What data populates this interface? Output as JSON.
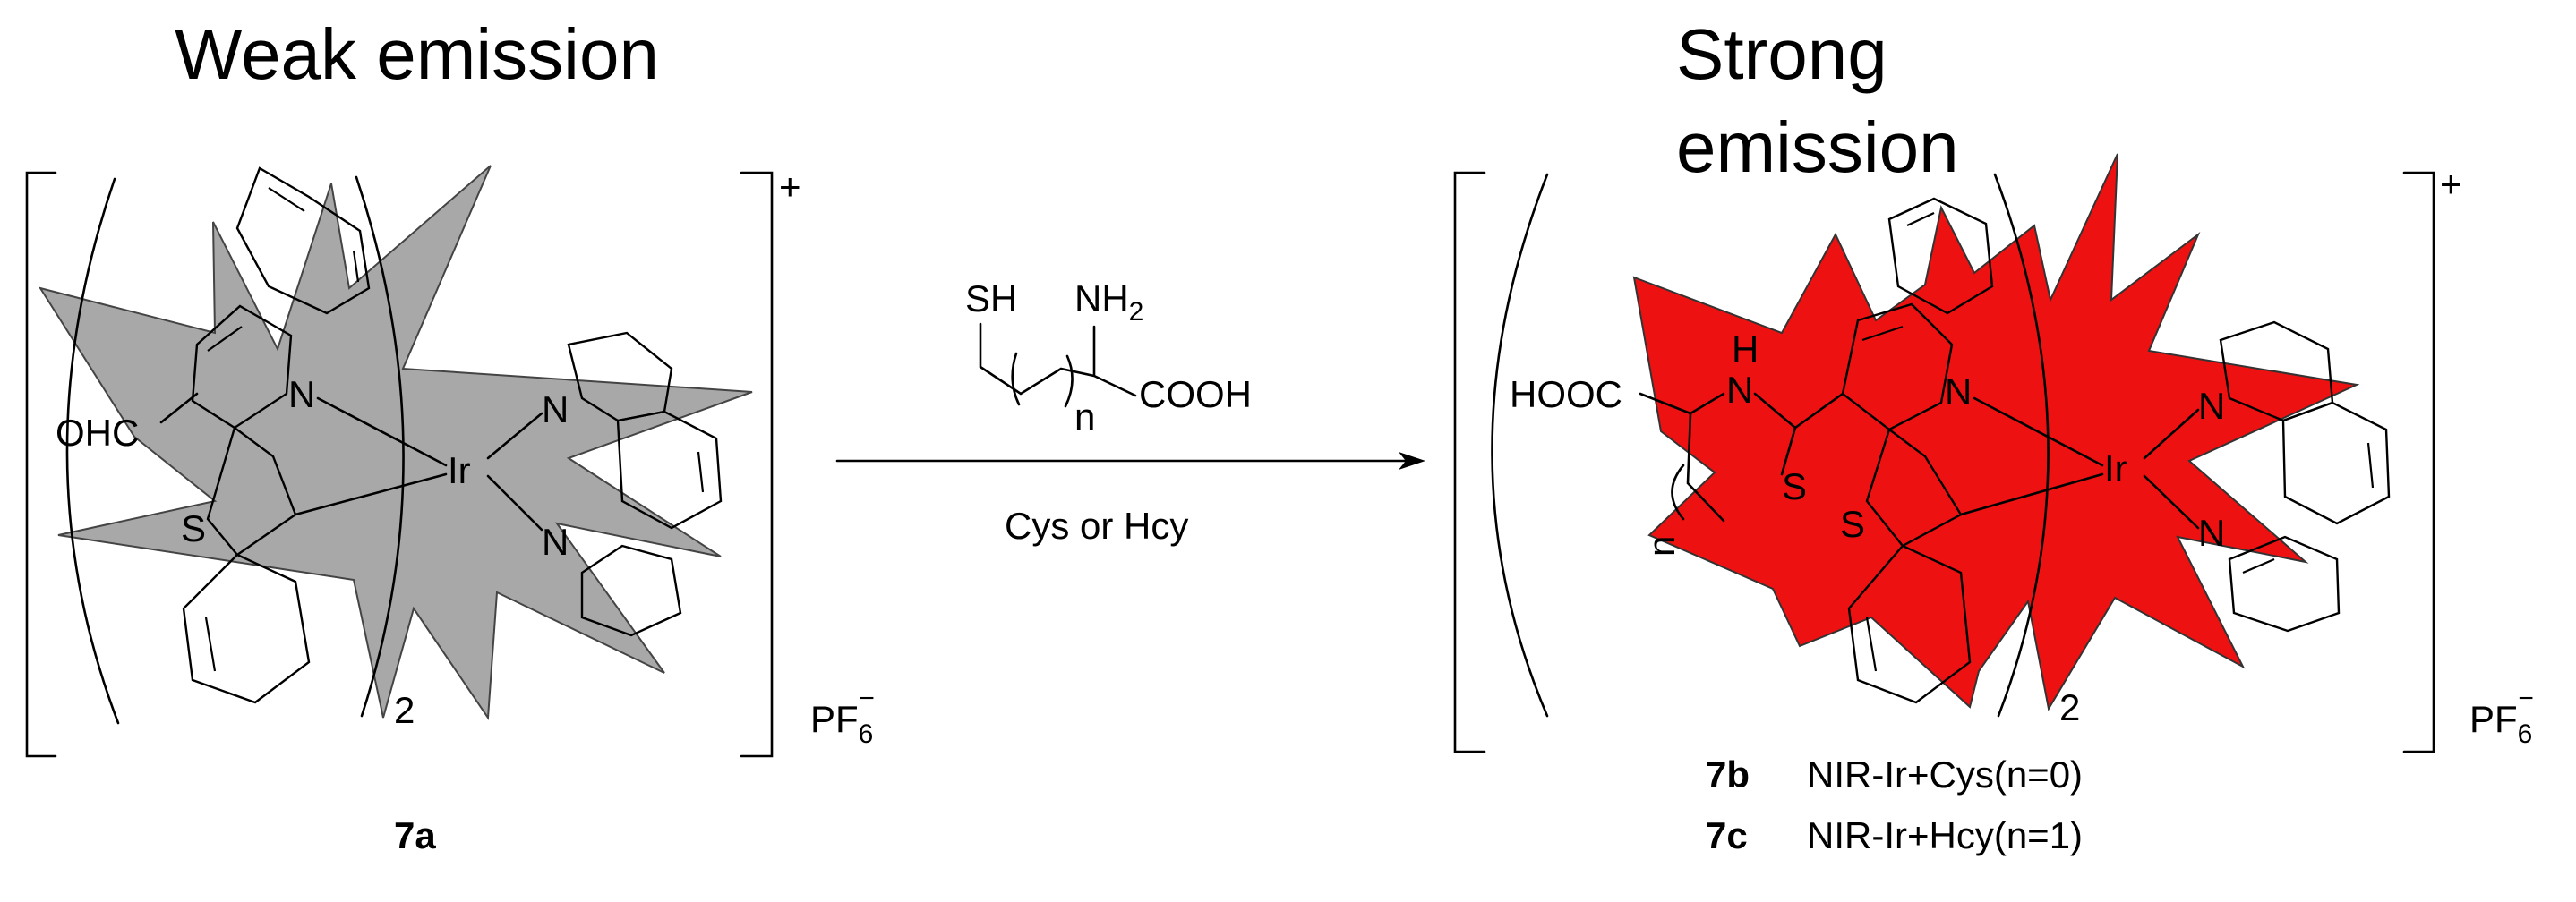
{
  "left": {
    "title": "Weak emission",
    "label": "7a",
    "charge": "+",
    "counterion": "PF",
    "counterion_sub": "6",
    "counterion_sup": "−",
    "multiplier": "2",
    "atoms": {
      "ir": "Ir",
      "n1": "N",
      "n2": "N",
      "n3": "N",
      "s": "S",
      "cho": "OHC"
    },
    "star_color": "#a8a8a8"
  },
  "arrow": {
    "reagent_sh": "SH",
    "reagent_nh2": "NH",
    "reagent_nh2_sub": "2",
    "reagent_cooh": "COOH",
    "reagent_n": "n",
    "condition": "Cys or Hcy"
  },
  "right": {
    "title_line1": "Strong",
    "title_line2": "emission",
    "charge": "+",
    "counterion": "PF",
    "counterion_sub": "6",
    "counterion_sup": "−",
    "multiplier": "2",
    "atoms": {
      "ir": "Ir",
      "n1": "N",
      "n2": "N",
      "n3": "N",
      "s1": "S",
      "s2": "S",
      "nh": "N",
      "h": "H",
      "hooc": "HOOC",
      "n_index": "n"
    },
    "star_color": "#ee1111",
    "products": [
      {
        "id": "7b",
        "text": "NIR-Ir+Cys(n=0)"
      },
      {
        "id": "7c",
        "text": "NIR-Ir+Hcy(n=1)"
      }
    ]
  }
}
